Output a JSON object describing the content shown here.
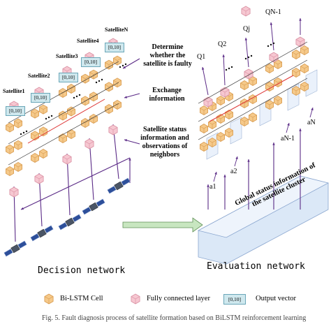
{
  "decision": {
    "satellites": [
      "Satellite1",
      "Satellite2",
      "Satellite3",
      "Satellite4",
      "SatelliteN"
    ],
    "output_value": "[0,10]",
    "annotations": {
      "determine": "Determine whether the satellite is faulty",
      "exchange": "Exchange information",
      "status": "Satellite status information and observations of neighbors"
    },
    "title": "Decision network"
  },
  "evaluation": {
    "q_labels": [
      "Q1",
      "Q2",
      "Qj",
      "QN-1"
    ],
    "a_labels": [
      "a1",
      "a2",
      "aN-1",
      "aN"
    ],
    "global_box": "Global status information of the satellite cluster",
    "title": "Evaluation network"
  },
  "legend": {
    "bilstm": "Bi-LSTM Cell",
    "fc": "Fully connected layer",
    "output_sample": "[0,10]",
    "output": "Output vector"
  },
  "caption": "Fig. 5. Fault diagnosis process of satellite formation based on BiLSTM reinforcement learning",
  "colors": {
    "cell": "#f5c98a",
    "cell_edge": "#d89a4e",
    "fc": "#f6c7d1",
    "fc_edge": "#d98fa2",
    "arrow": "#5a2a86",
    "output_box": "#cfe8ee",
    "global_box": "#dbe8f7"
  }
}
